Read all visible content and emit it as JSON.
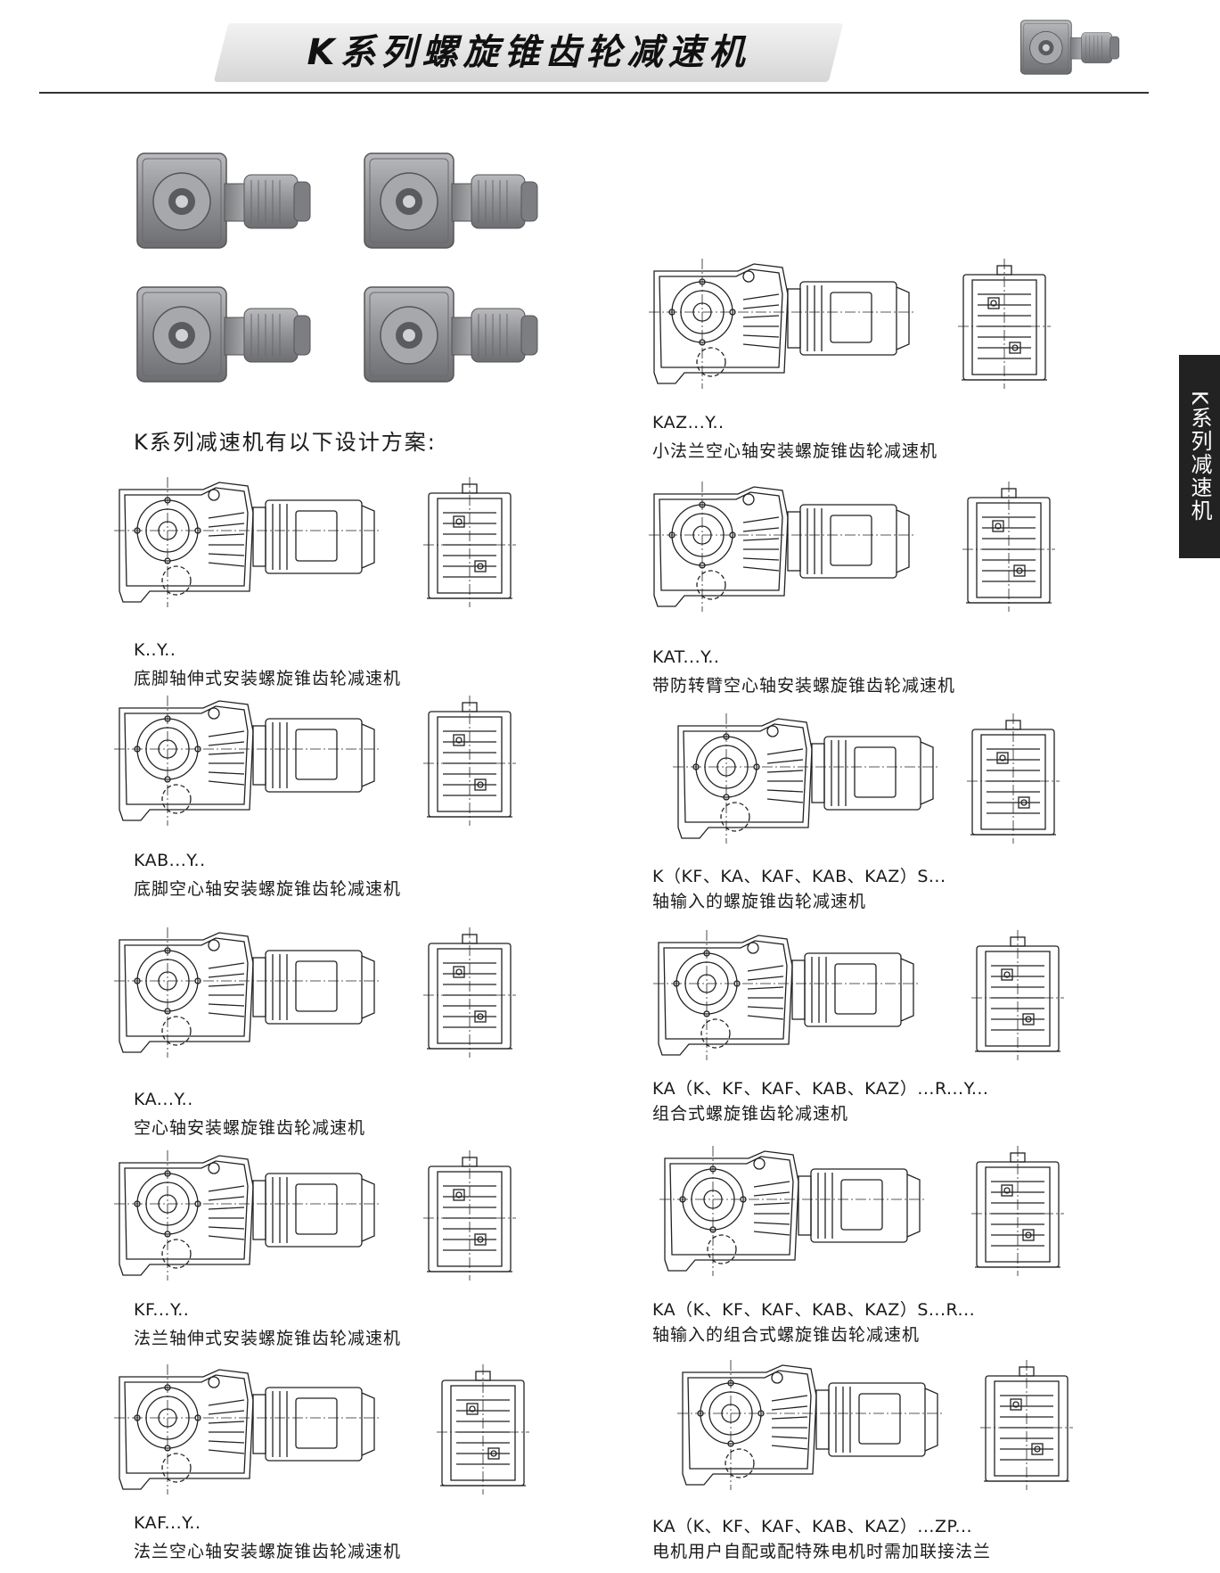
{
  "header": {
    "title": "K系列螺旋锥齿轮减速机"
  },
  "side_tab": {
    "label": "K系列减速机"
  },
  "intro": "K系列减速机有以下设计方案:",
  "icons": {
    "product_photo": "gear-reducer-photo-icon",
    "drawing": "technical-drawing-icon"
  },
  "colors": {
    "rule": "#333333",
    "tab": "#222222",
    "casting": "#8f9093"
  },
  "left_column": [
    {
      "code": "K..Y..",
      "desc": "底脚轴伸式安装螺旋锥齿轮减速机"
    },
    {
      "code": "KAB...Y..",
      "desc": "底脚空心轴安装螺旋锥齿轮减速机"
    },
    {
      "code": "KA...Y..",
      "desc": "空心轴安装螺旋锥齿轮减速机"
    },
    {
      "code": "KF...Y..",
      "desc": "法兰轴伸式安装螺旋锥齿轮减速机"
    },
    {
      "code": "KAF...Y..",
      "desc": "法兰空心轴安装螺旋锥齿轮减速机"
    }
  ],
  "right_column": [
    {
      "code": "KAZ...Y..",
      "desc": "小法兰空心轴安装螺旋锥齿轮减速机"
    },
    {
      "code": "KAT...Y..",
      "desc": "带防转臂空心轴安装螺旋锥齿轮减速机"
    },
    {
      "code": "K（KF、KA、KAF、KAB、KAZ）S...",
      "desc": "轴输入的螺旋锥齿轮减速机"
    },
    {
      "code": "KA（K、KF、KAF、KAB、KAZ）...R...Y...",
      "desc": "组合式螺旋锥齿轮减速机"
    },
    {
      "code": "KA（K、KF、KAF、KAB、KAZ）S...R...",
      "desc": "轴输入的组合式螺旋锥齿轮减速机"
    },
    {
      "code": "KA（K、KF、KAF、KAB、KAZ）...ZP...",
      "desc": "电机用户自配或配特殊电机时需加联接法兰"
    }
  ]
}
